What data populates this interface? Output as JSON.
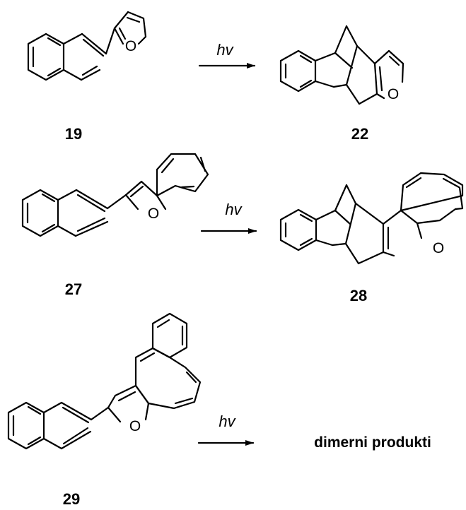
{
  "reactions": [
    {
      "reactant": "19",
      "conditions": "hv",
      "product": "22"
    },
    {
      "reactant": "27",
      "conditions": "hv",
      "product": "28"
    },
    {
      "reactant": "29",
      "conditions": "hv",
      "product": "dimerni produkti"
    }
  ],
  "atom_label": "O"
}
